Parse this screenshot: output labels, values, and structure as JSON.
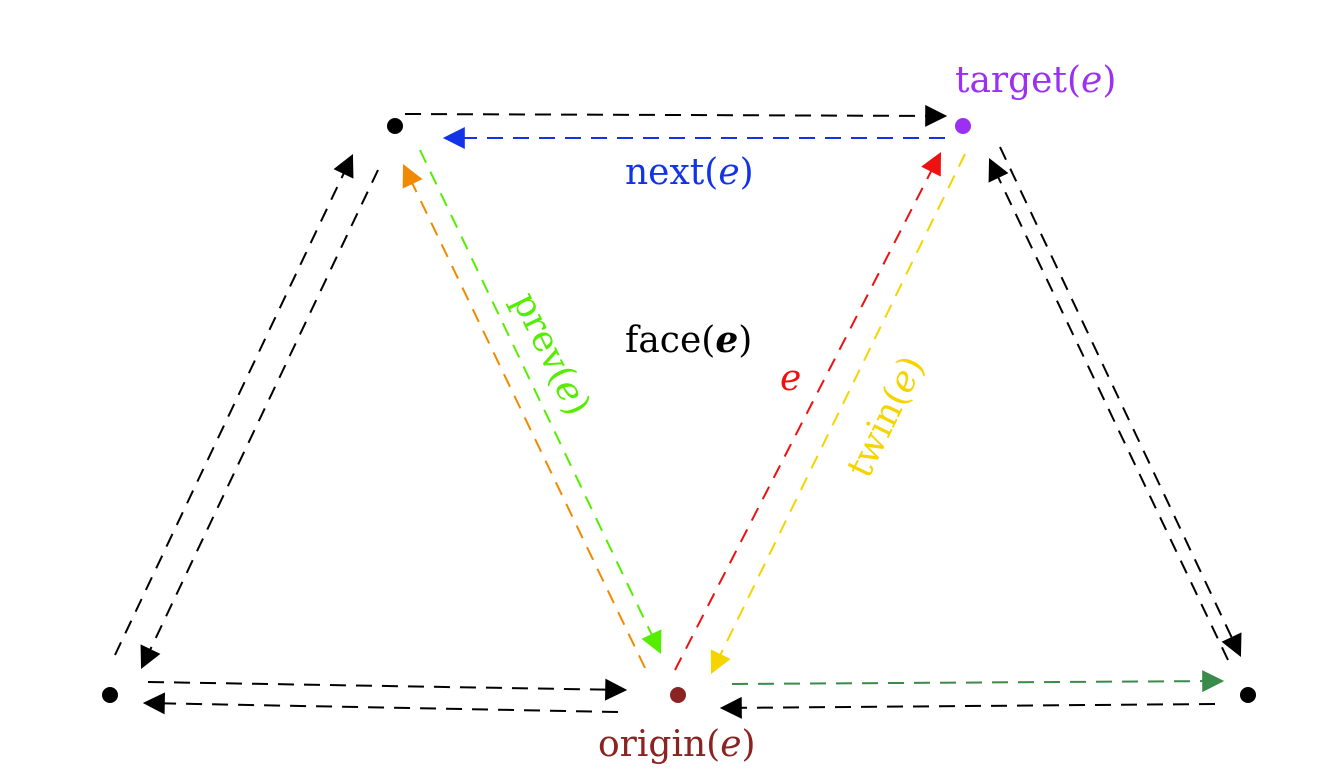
{
  "labels": {
    "target": {
      "pre": "target(",
      "var": "e",
      "post": ")"
    },
    "next": {
      "pre": "next(",
      "var": "e",
      "post": ")"
    },
    "face": {
      "pre": "face(",
      "var": "e",
      "post": ")"
    },
    "prev": {
      "pre": "prev(",
      "var": "e",
      "post": ")"
    },
    "e": {
      "var": "e"
    },
    "twin": {
      "pre": "twin(",
      "var": "e",
      "post": ")"
    },
    "origin": {
      "pre": "origin(",
      "var": "e",
      "post": ")"
    }
  },
  "colors": {
    "target": "#9b30f2",
    "next": "#1233e8",
    "prev": "#55ee00",
    "e": "#ee1111",
    "twin": "#f5d400",
    "origin": "#8b2323",
    "orange": "#f08a00",
    "green_next": "#3a8a4a",
    "black": "#000000"
  }
}
